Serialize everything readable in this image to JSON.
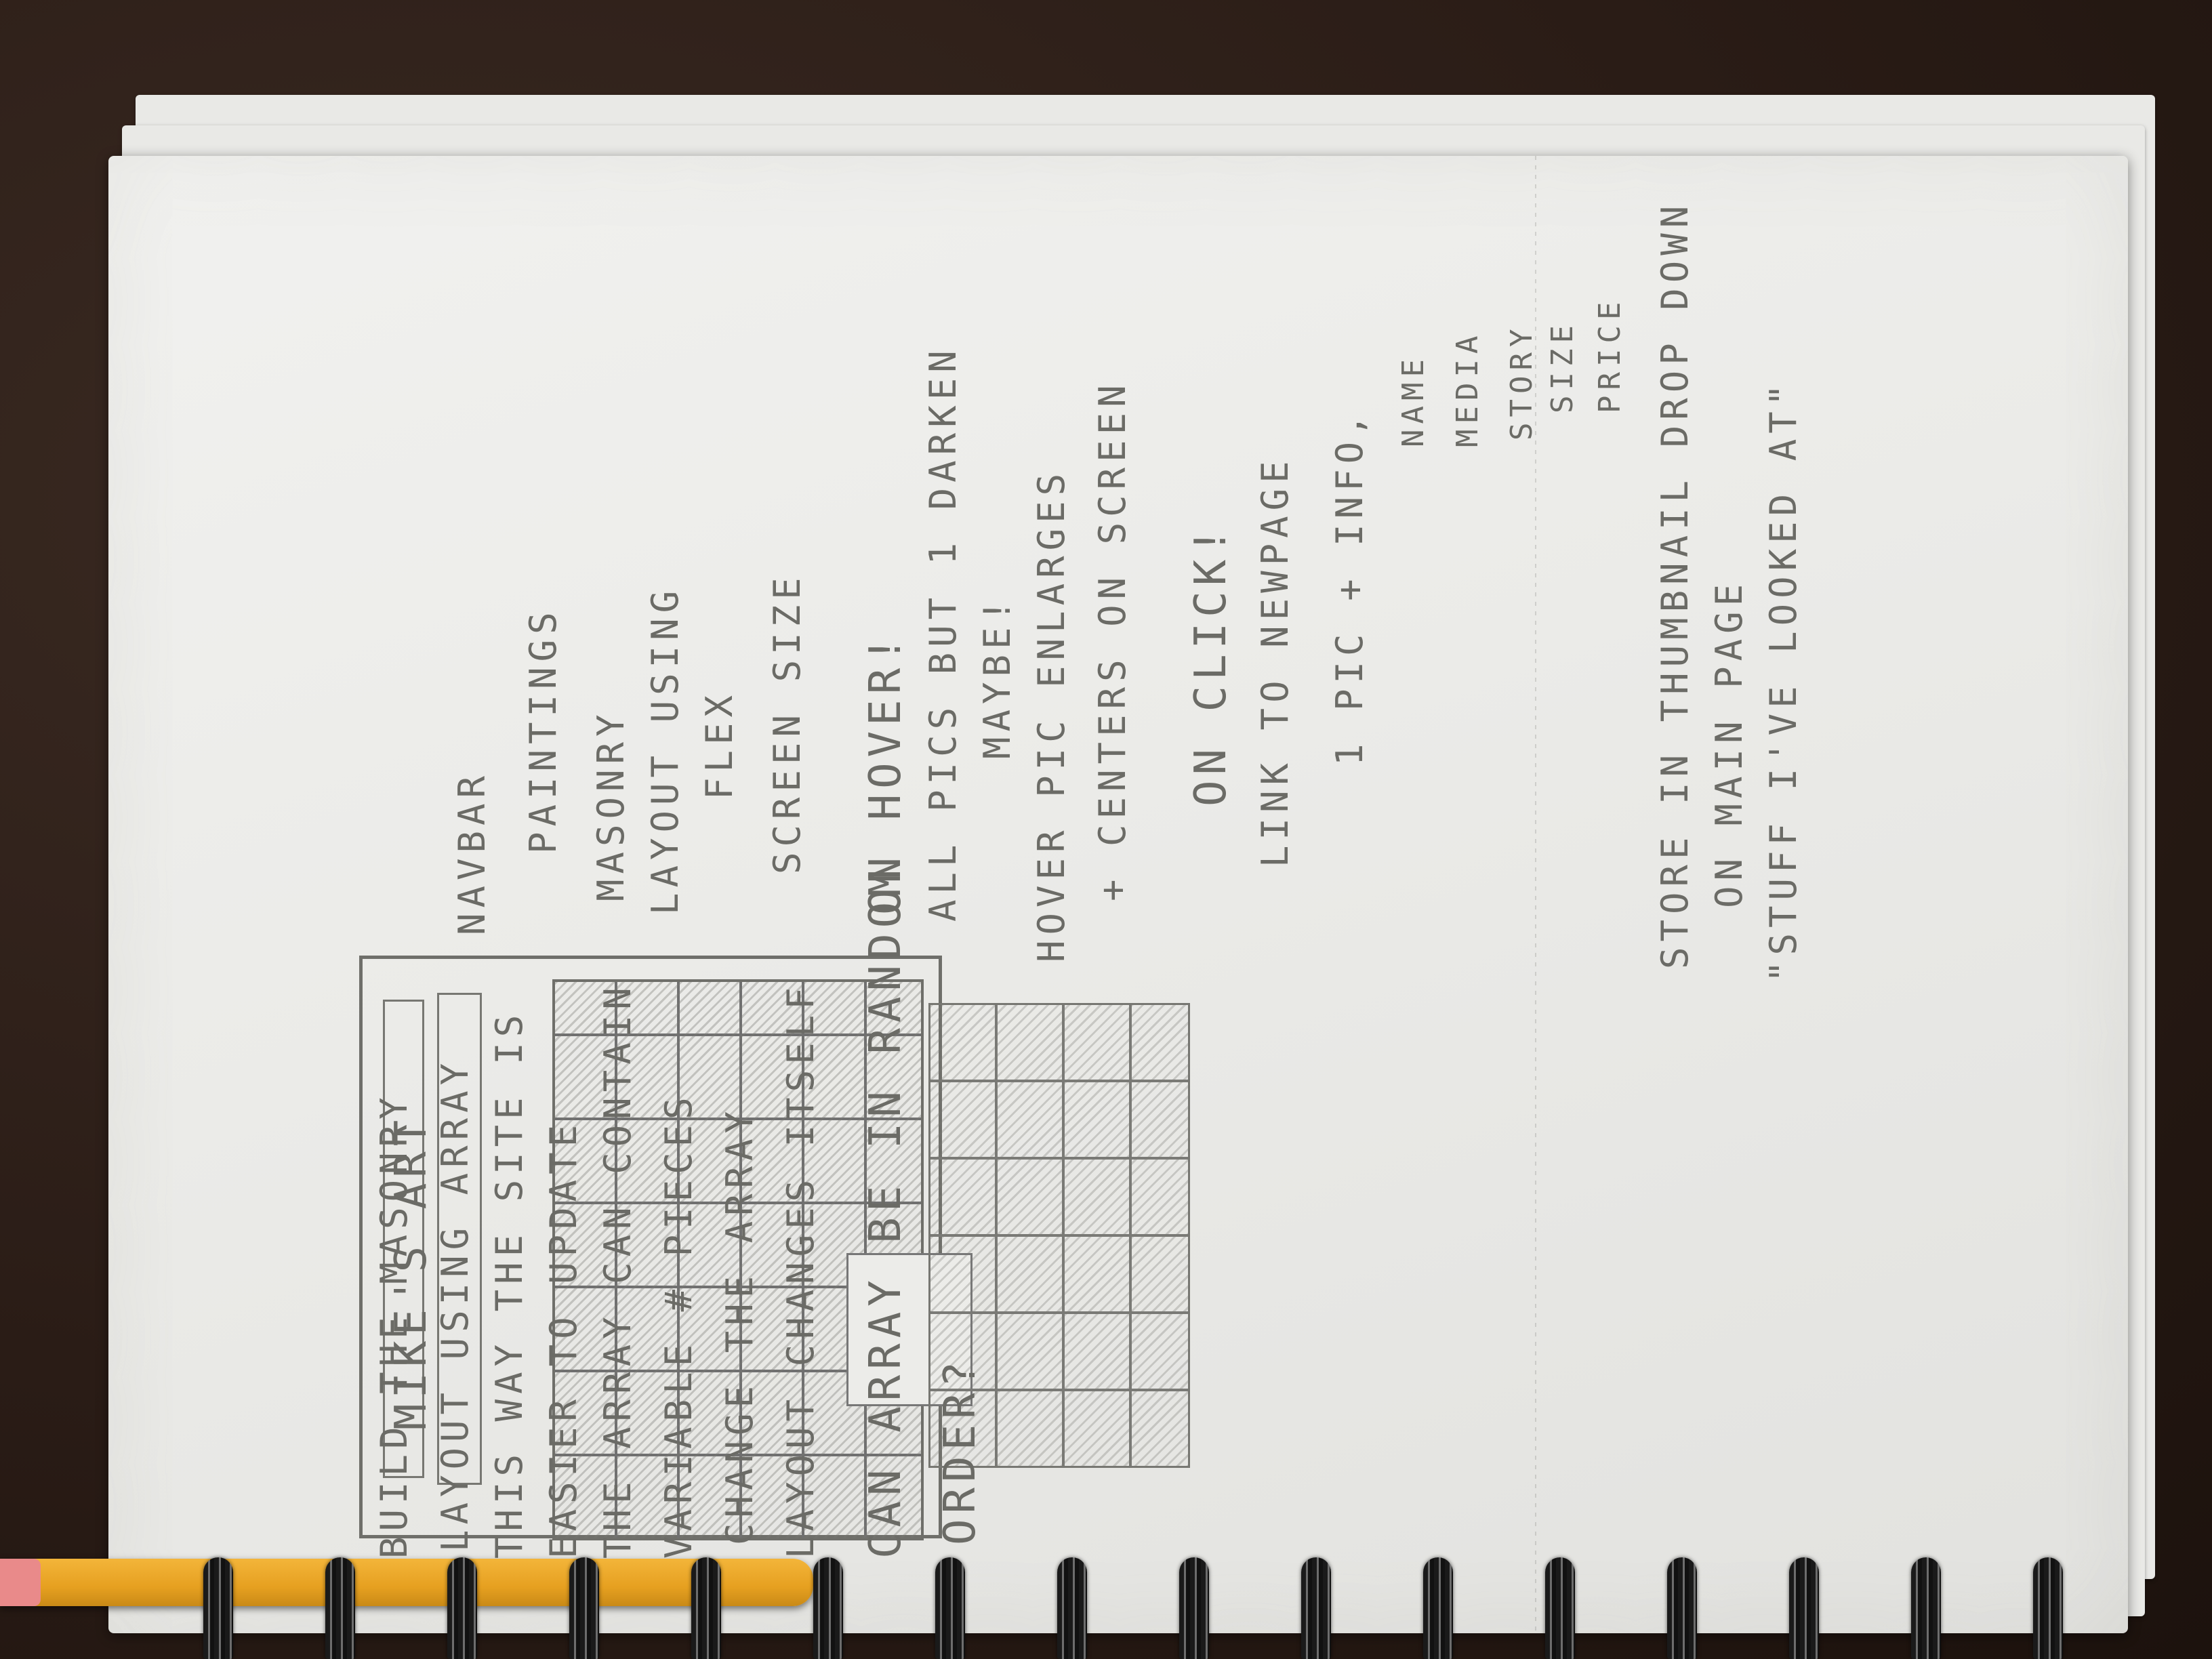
{
  "sketch": {
    "site_title": "MIKE'S ART",
    "nav_label": "NAVBAR",
    "paintings_label": "PAINTINGS",
    "masonry_note_1": "MASONRY",
    "masonry_note_2": "LAYOUT USING",
    "masonry_note_3": "FLEX",
    "screen_size_label": "SCREEN SIZE"
  },
  "notes": {
    "hover_title": "ON HOVER!",
    "hover_line1": "ALL PICS BUT 1 DARKEN",
    "hover_line2": "MAYBE!",
    "hover_line3": "HOVER PIC ENLARGES",
    "hover_line4": "+ CENTERS ON SCREEN",
    "click_title": "ON CLICK!",
    "click_line1": "LINK TO NEWPAGE",
    "click_line2": "1 PIC + INFO,",
    "click_info": [
      "NAME",
      "MEDIA",
      "STORY",
      "SIZE",
      "PRICE"
    ],
    "store_line1": "STORE IN THUMBNAIL DROP DOWN",
    "store_line2": "ON MAIN PAGE",
    "store_line3": "\"STUFF I'VE LOOKED AT\""
  },
  "bottom_notes": {
    "line1": "BUILD THE MASONRY",
    "line2": "LAYOUT USING ARRAY",
    "line3": "THIS WAY THE SITE IS",
    "line4": "EASIER TO UPDATE",
    "line5": "THE ARRAY CAN CONTAIN",
    "line6": "VARIABLE # PIECES",
    "line7": "CHANGE THE ARRAY",
    "line8": "LAYOUT CHANGES ITSELF",
    "line9": "CAN ARRAY BE IN RANDOM",
    "line10": "ORDER?"
  }
}
